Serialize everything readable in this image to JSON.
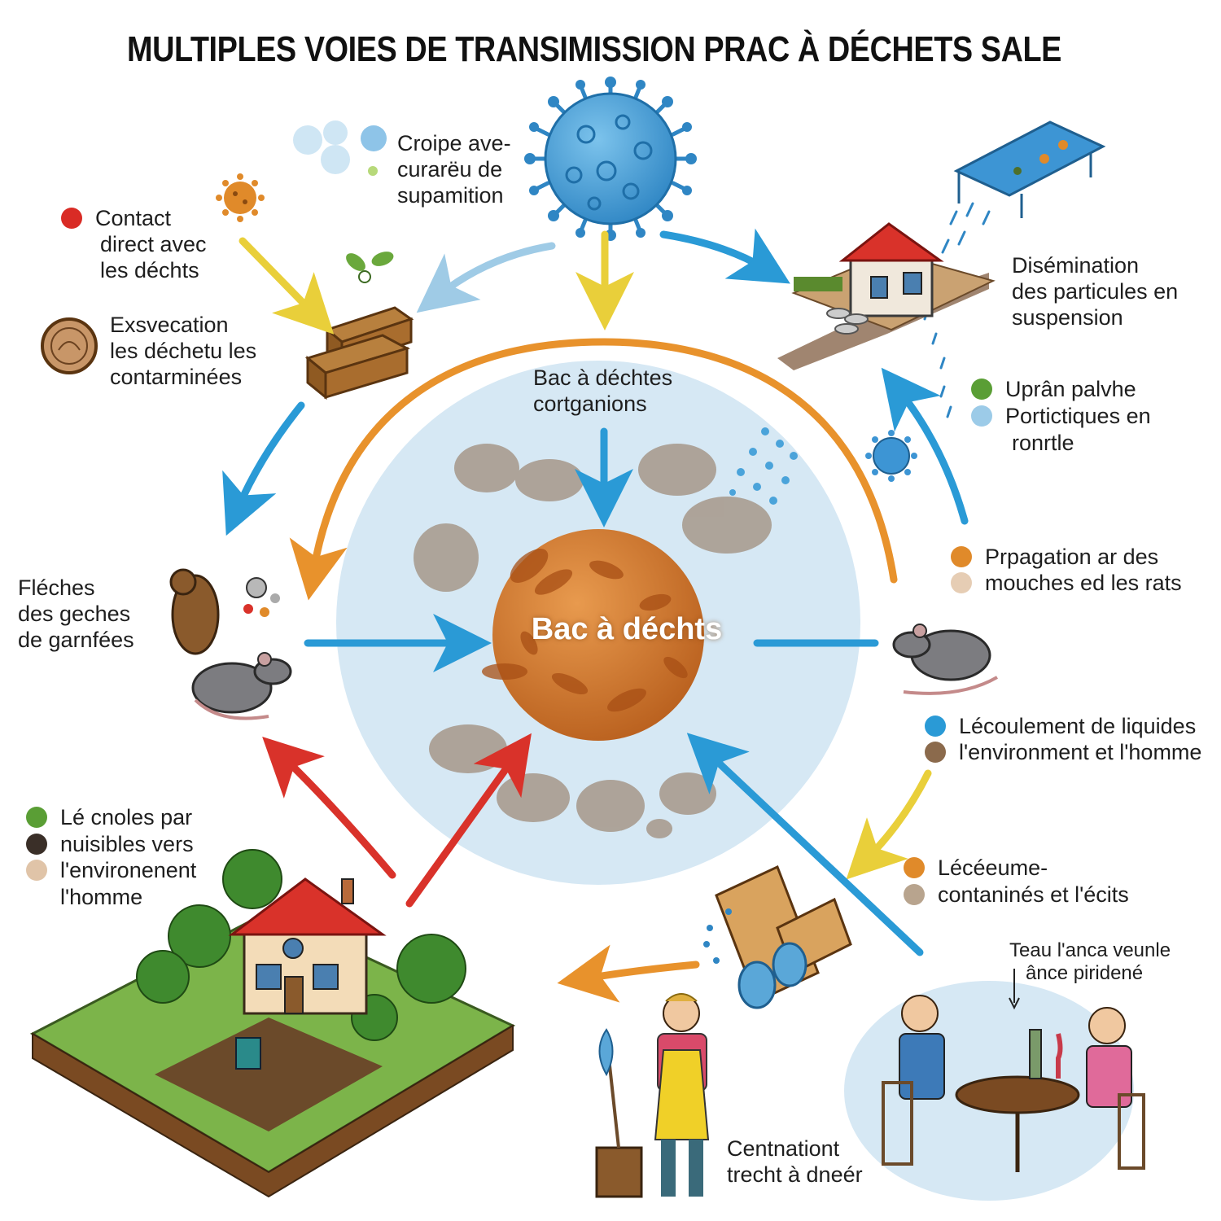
{
  "title": "MULTIPLES VOIES DE TRANSIMISSION PRAC À DÉCHETS SALE",
  "center_label": "Bac à déchts",
  "inner_label": [
    "Bac à déchtes",
    "cortganions"
  ],
  "top_label": [
    "Croipe ave-",
    "curarёu de",
    "supamition"
  ],
  "top_left": {
    "lines": [
      "Contact",
      "direct avec",
      "les déchts"
    ],
    "dot_color": "#d92b25"
  },
  "left_upper": [
    "Exsvecation",
    "les déchetu les",
    "contarminées"
  ],
  "left_mid": [
    "Fléches",
    "des geches",
    "de garnfées"
  ],
  "bottom_left": [
    {
      "text": "Lé cnoles par",
      "dot_color": "#5a9e35"
    },
    {
      "text": "nuisibles vers",
      "dot_color": "#3a2f28"
    },
    {
      "text": "l'environenent",
      "dot_color": "#e0c4a8"
    },
    {
      "text": "l'homme",
      "dot_color": ""
    }
  ],
  "right_top": [
    "Disémination",
    "des particules en",
    "suspension"
  ],
  "right_upper": [
    {
      "text": "Uprân palvhe",
      "dot_color": "#5a9e35"
    },
    {
      "text": "Portictiques en",
      "dot_color": "#9ccbe8"
    },
    {
      "text": "ronrtle",
      "dot_color": ""
    }
  ],
  "right_mid": [
    {
      "text": "Prpagation ar des",
      "dot_color": "#e08a2a"
    },
    {
      "text": "mouches ed les rats",
      "dot_color": "#e6cdb4"
    }
  ],
  "right_lower": [
    {
      "text": "Lécoulement de liquides",
      "dot_color": "#2a9ad6"
    },
    {
      "text": "l'environment et l'homme",
      "dot_color": "#8b6a4c"
    }
  ],
  "right_bottom": [
    {
      "text": "Lécéeume-",
      "dot_color": "#e08a2a"
    },
    {
      "text": "contaninés et l'écits",
      "dot_color": "#b8a48e"
    }
  ],
  "dining_label": [
    "Teau l'anca veunle",
    "ânce piridené"
  ],
  "bottom_center": [
    "Centnationt",
    "trecht à dneér"
  ],
  "colors": {
    "orange_arc": "#e8922c",
    "blue_arrow": "#2a9ad6",
    "light_blue_arrow": "#9fcbe6",
    "yellow_arrow": "#e9cf3a",
    "red_arrow": "#d9322a",
    "center_sphere": "#d8792e",
    "halo": "#d6e8f4"
  }
}
